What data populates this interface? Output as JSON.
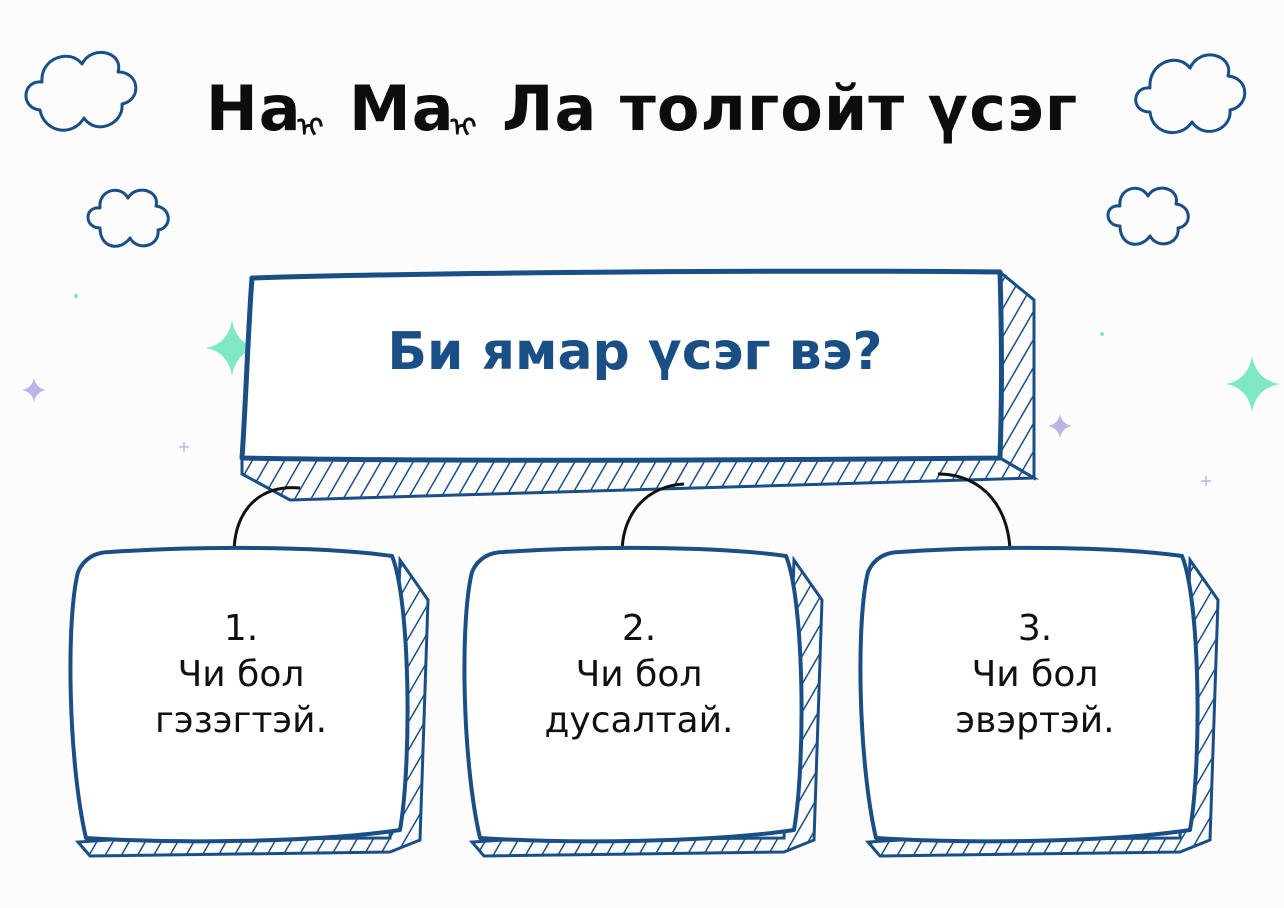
{
  "title": {
    "parts": [
      "На",
      "Ма",
      "Ла толгойт үсэг"
    ],
    "separator": "ᠢ"
  },
  "question": "Би ямар үсэг вэ?",
  "cards": [
    {
      "number": "1.",
      "line1": "Чи бол",
      "line2": "гэзэгтэй."
    },
    {
      "number": "2.",
      "line1": "Чи бол",
      "line2": "дусалтай."
    },
    {
      "number": "3.",
      "line1": "Чи бол",
      "line2": "эвэртэй."
    }
  ],
  "colors": {
    "ink": "#1a4f86",
    "sparkle": "#7fe8c4",
    "sparkle_small": "#b9b6e6"
  }
}
